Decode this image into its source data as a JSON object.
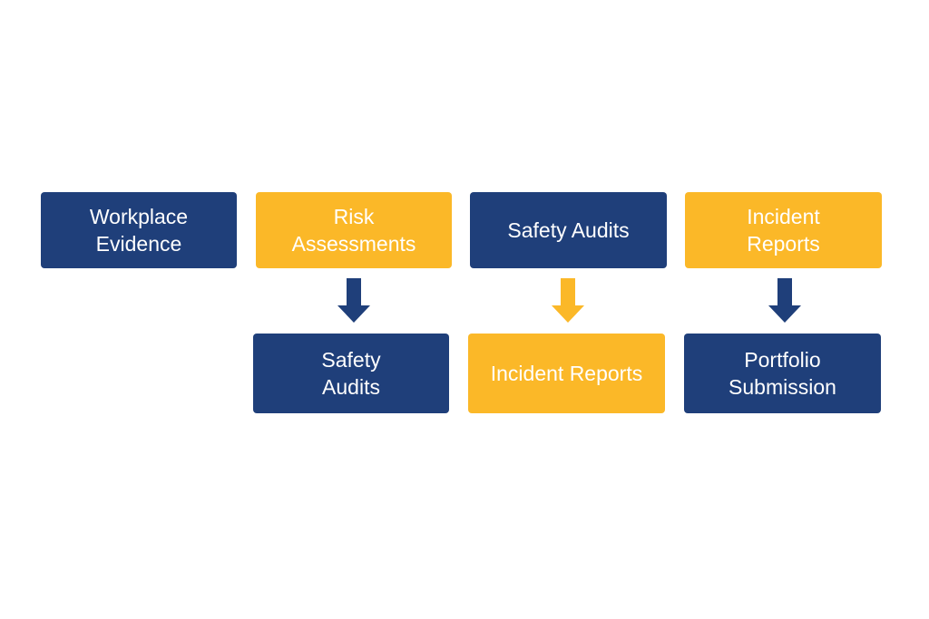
{
  "colors": {
    "navy": "#1f3f7a",
    "gold": "#fbb828",
    "text": "#ffffff"
  },
  "diagram": {
    "row1": [
      {
        "label": "Workplace\nEvidence",
        "color": "navy"
      },
      {
        "label": "Risk\nAssessments",
        "color": "gold"
      },
      {
        "label": "Safety Audits",
        "color": "navy"
      },
      {
        "label": "Incident\nReports",
        "color": "gold"
      }
    ],
    "row2": [
      {
        "label": "Safety\nAudits",
        "color": "navy"
      },
      {
        "label": "Incident Reports",
        "color": "gold"
      },
      {
        "label": "Portfolio\nSubmission",
        "color": "navy"
      }
    ]
  }
}
